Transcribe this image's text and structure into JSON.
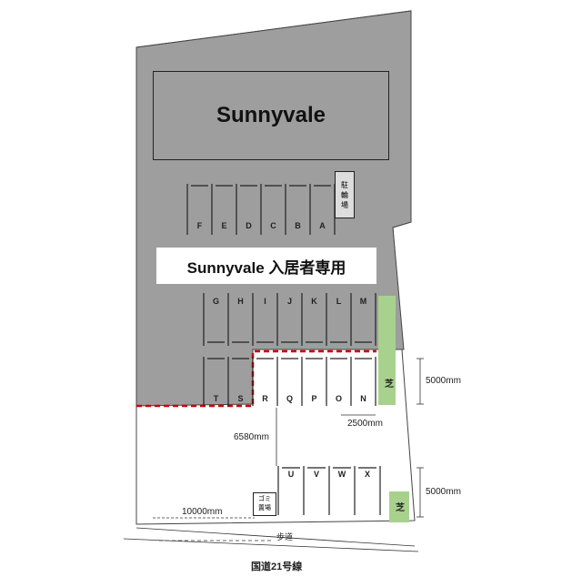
{
  "building": {
    "name": "Sunnyvale"
  },
  "banner": {
    "text": "Sunnyvale 入居者専用"
  },
  "bicycle_parking": {
    "chars": [
      "駐",
      "輪",
      "場"
    ]
  },
  "garbage_area": {
    "chars": [
      "ゴミ",
      "置場"
    ]
  },
  "lawn": {
    "label": "芝"
  },
  "rows": {
    "row1": [
      "F",
      "E",
      "D",
      "C",
      "B",
      "A"
    ],
    "row2": [
      "G",
      "H",
      "I",
      "J",
      "K",
      "L",
      "M"
    ],
    "row3": [
      "T",
      "S",
      "R",
      "Q",
      "P",
      "O",
      "N"
    ],
    "row4": [
      "U",
      "V",
      "W",
      "X"
    ]
  },
  "dimensions": {
    "depth_upper": "5000mm",
    "depth_lower": "5000mm",
    "width_slot": "2500mm",
    "aisle": "6580mm",
    "frontage": "10000mm"
  },
  "sidewalk": "歩道",
  "road": "国道21号線",
  "colors": {
    "lot_fill": "#9e9e9e",
    "lawn_fill": "#a9d18e",
    "boundary_dash": "#cc0000",
    "line": "#222222"
  }
}
